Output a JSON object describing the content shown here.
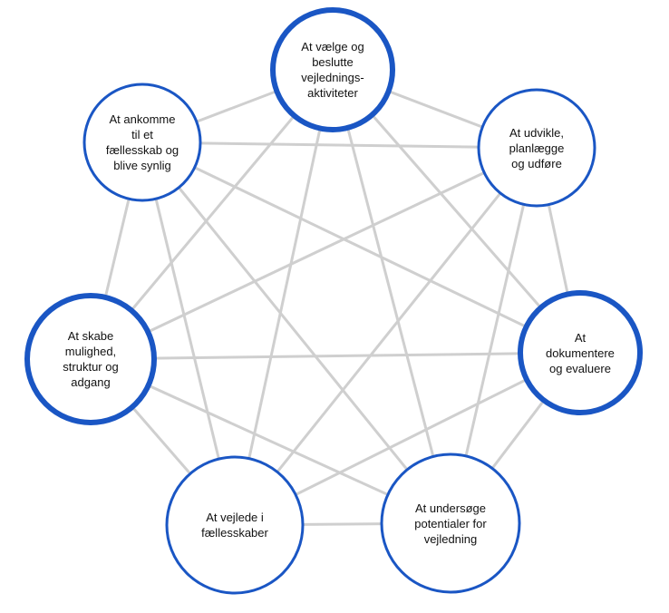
{
  "diagram": {
    "nodes": [
      {
        "id": "vaelge",
        "lines": [
          "At vælge og",
          "beslutte",
          "vejlednings-",
          "aktiviteter"
        ]
      },
      {
        "id": "udvikle",
        "lines": [
          "At udvikle,",
          "planlægge",
          "og udføre"
        ]
      },
      {
        "id": "dokumentere",
        "lines": [
          "At",
          "dokumentere",
          "og evaluere"
        ]
      },
      {
        "id": "undersoege",
        "lines": [
          "At undersøge",
          "potentialer for",
          "vejledning"
        ]
      },
      {
        "id": "vejlede",
        "lines": [
          "At vejlede i",
          "fællesskaber"
        ]
      },
      {
        "id": "skabe",
        "lines": [
          "At skabe",
          "mulighed,",
          "struktur og",
          "adgang"
        ]
      },
      {
        "id": "ankomme",
        "lines": [
          "At ankomme",
          "til et",
          "fællesskab og",
          "blive synlig"
        ]
      }
    ],
    "colors": {
      "circle_stroke": "#1a56c4",
      "edge": "#cfcfcf"
    }
  }
}
